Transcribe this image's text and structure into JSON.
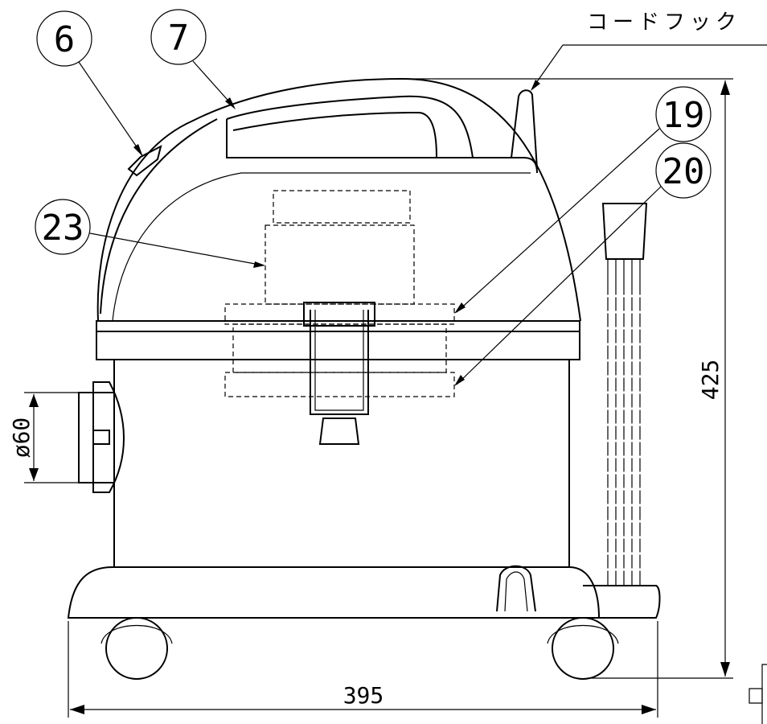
{
  "callouts": {
    "c6": "6",
    "c7": "7",
    "c19": "19",
    "c20": "20",
    "c23": "23"
  },
  "labels": {
    "cord_hook": "コードフック"
  },
  "dimensions": {
    "width": "395",
    "height": "425",
    "inlet_diameter": "ø60"
  }
}
